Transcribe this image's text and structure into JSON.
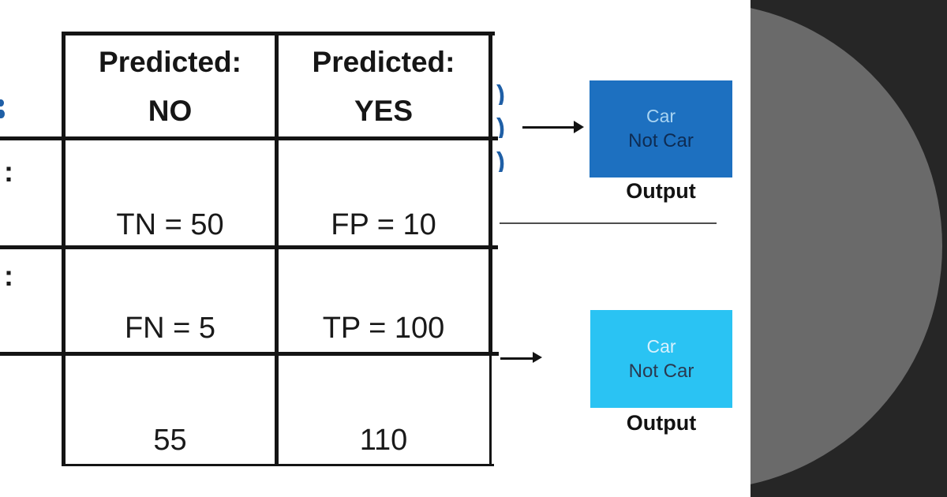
{
  "meta": {
    "description": "Confusion matrix slide crop with two classifier output boxes"
  },
  "colors": {
    "ink": "#141414",
    "accent_blue": "#1f5fa6",
    "divider_gray": "#4d4d4d",
    "output1_box": "#1d70c0",
    "output1_car": "#a9d4f2",
    "output1_notcar": "#0e2c53",
    "output2_box": "#2ac3f3",
    "output2_car": "#d8f1fd",
    "output2_notcar": "#2a3950",
    "panel_bg": "#262626",
    "panel_circle": "#6a6a6a"
  },
  "matrix": {
    "columns": [
      {
        "header_line1": "Predicted:",
        "header_line2": "NO"
      },
      {
        "header_line1": "Predicted:",
        "header_line2": "YES"
      }
    ],
    "row_label_colon_1": ":",
    "row_label_colon_2": ":",
    "cells": {
      "tn": "TN = 50",
      "fp": "FP = 10",
      "fn": "FN = 5",
      "tp": "TP = 100"
    },
    "column_totals": {
      "no": "55",
      "yes": "110"
    }
  },
  "cropped_glyphs": {
    "paren1": ")",
    "paren2": ")",
    "paren3": ")"
  },
  "outputs": {
    "top": {
      "line1": "Car",
      "line2": "Not Car",
      "caption": "Output"
    },
    "bottom": {
      "line1": "Car",
      "line2": "Not Car",
      "caption": "Output"
    }
  }
}
